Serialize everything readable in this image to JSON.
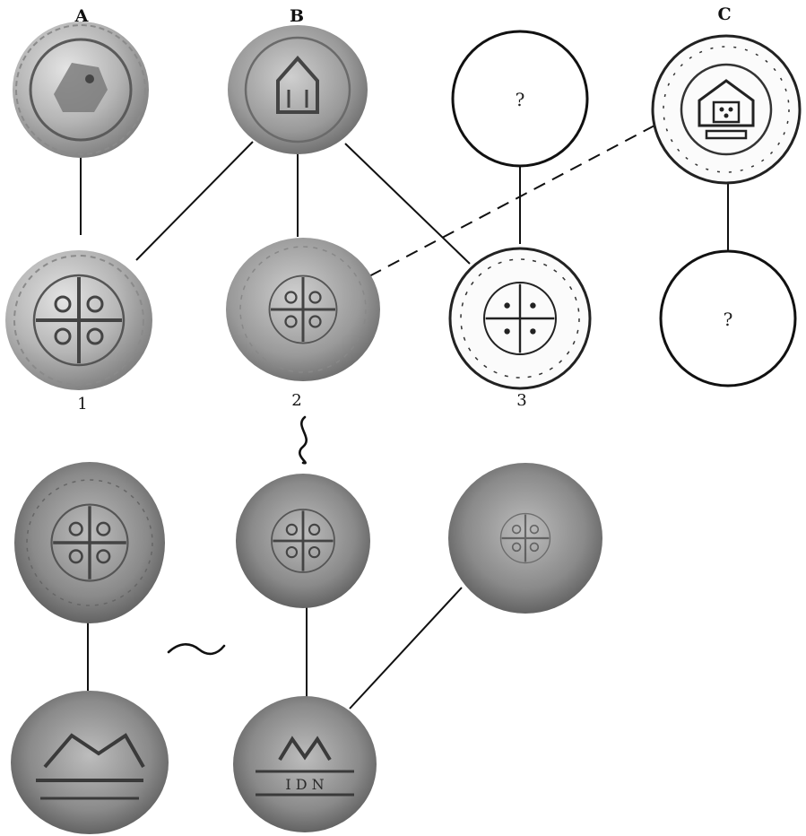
{
  "figure": {
    "column_labels": [
      "A",
      "B",
      "C"
    ],
    "coin_numbers": [
      "1",
      "2",
      "3"
    ],
    "unknown_marks": [
      "?",
      "?"
    ]
  },
  "colors": {
    "line": "#111111",
    "silver_light": "#d9d9d9",
    "silver_mid": "#a9a9a9",
    "silver_dark": "#6e6e6e",
    "background": "#ffffff"
  }
}
